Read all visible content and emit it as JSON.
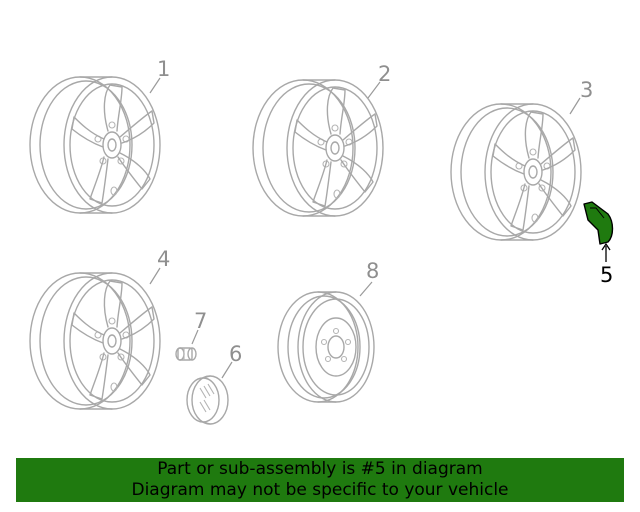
{
  "diagram": {
    "callouts": [
      {
        "id": "1",
        "label": "1"
      },
      {
        "id": "2",
        "label": "2"
      },
      {
        "id": "3",
        "label": "3"
      },
      {
        "id": "4",
        "label": "4"
      },
      {
        "id": "5",
        "label": "5"
      },
      {
        "id": "6",
        "label": "6"
      },
      {
        "id": "7",
        "label": "7"
      },
      {
        "id": "8",
        "label": "8"
      }
    ],
    "highlighted_part": "5",
    "highlight_color": "#1f7a0f",
    "line_color": "#a8a8a8"
  },
  "banner": {
    "line1": "Part or sub-assembly is #5 in diagram",
    "line2": "Diagram may not be specific to your vehicle",
    "background": "#1f7a0f"
  }
}
